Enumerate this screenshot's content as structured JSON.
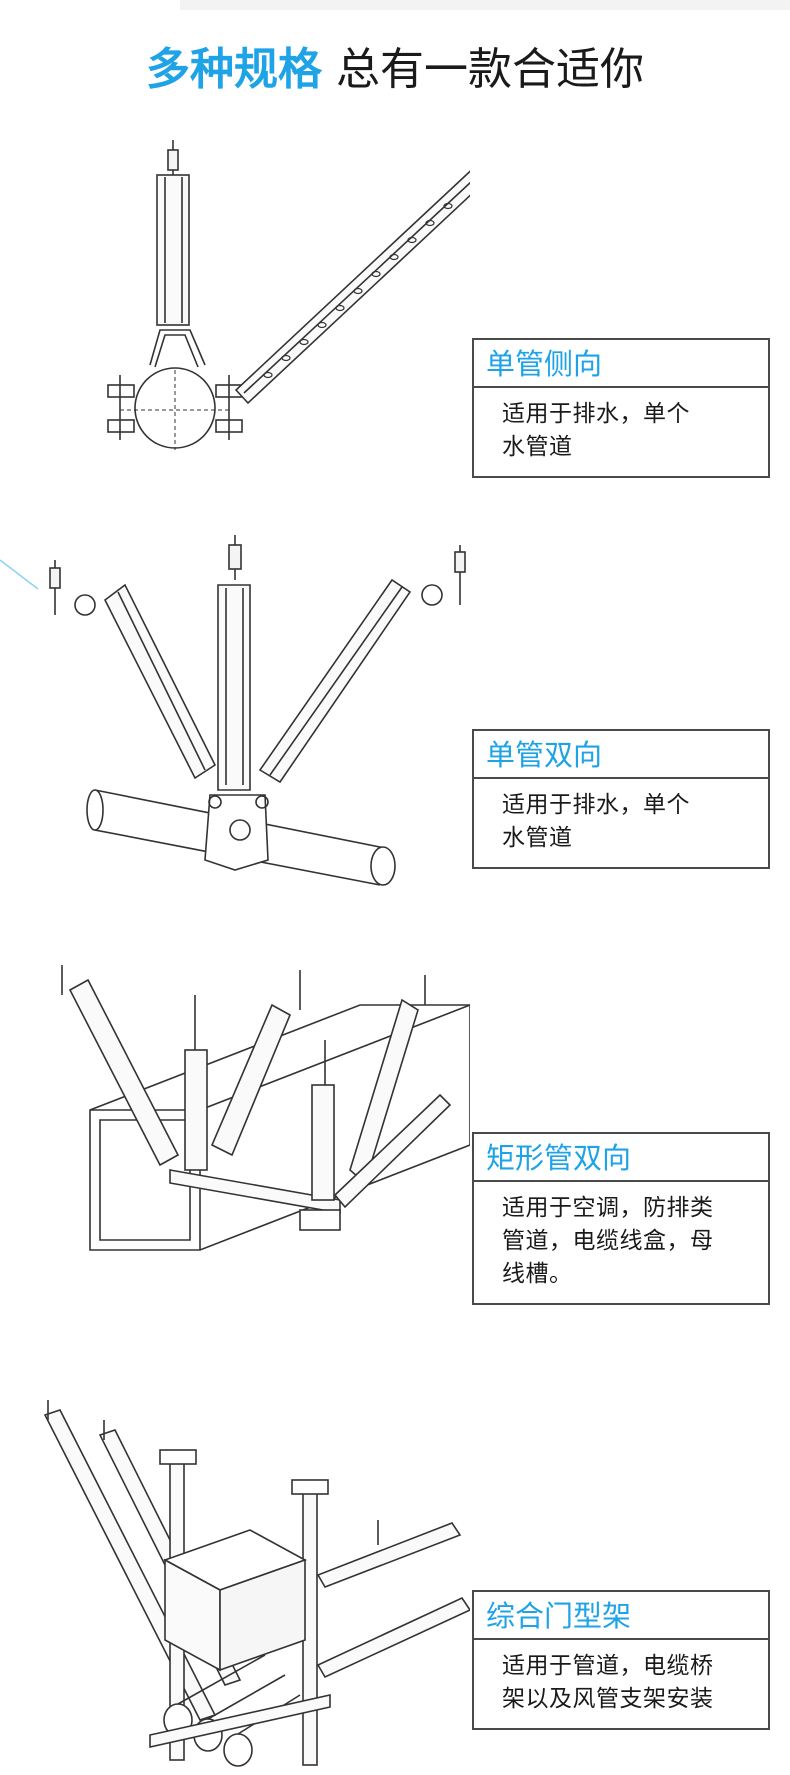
{
  "headline": {
    "accent": "多种规格",
    "rest": "总有一款合适你"
  },
  "colors": {
    "accent": "#1ea3e6",
    "border": "#4a4a4a",
    "text": "#1a1a1a"
  },
  "products": [
    {
      "title": "单管侧向",
      "desc": [
        "适用于排水，单个",
        "水管道"
      ]
    },
    {
      "title": "单管双向",
      "desc": [
        "适用于排水，单个",
        "水管道"
      ]
    },
    {
      "title": "矩形管双向",
      "desc": [
        "适用于空调，防排类",
        "管道，电缆线盒，母",
        "线槽。"
      ]
    },
    {
      "title": "综合门型架",
      "desc": [
        "适用于管道，电缆桥",
        "架以及风管支架安装"
      ]
    }
  ]
}
